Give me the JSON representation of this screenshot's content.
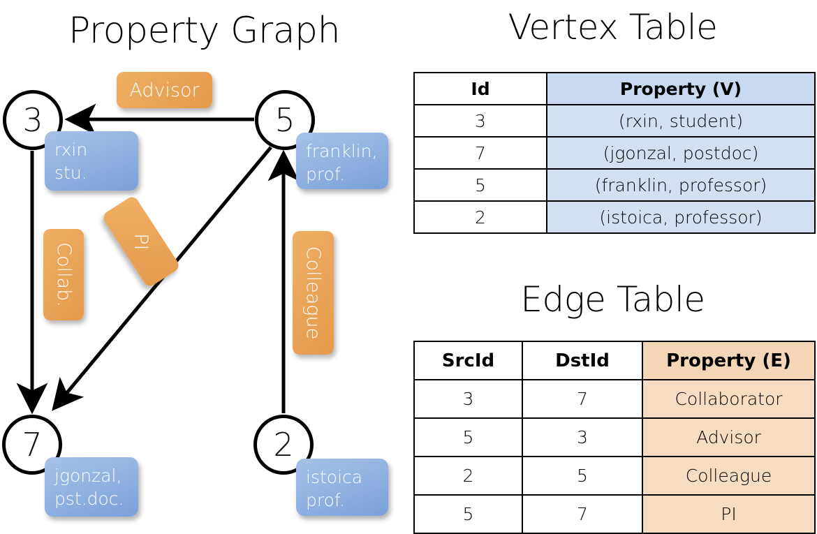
{
  "graph": {
    "title": "Property Graph",
    "nodes": [
      {
        "id": "3",
        "name": "node-3",
        "property_lines": [
          "rxin",
          "stu."
        ]
      },
      {
        "id": "5",
        "name": "node-5",
        "property_lines": [
          "franklin,",
          "prof."
        ]
      },
      {
        "id": "7",
        "name": "node-7",
        "property_lines": [
          "jgonzal,",
          "pst.doc."
        ]
      },
      {
        "id": "2",
        "name": "node-2",
        "property_lines": [
          "istoica",
          "prof."
        ]
      }
    ],
    "edge_labels": {
      "advisor": "Advisor",
      "collab": "Collab.",
      "pi": "PI",
      "colleague": "Colleague"
    },
    "colors": {
      "node_stroke": "#000000",
      "vertex_property_box": "#93b3e2",
      "edge_property_box": "#eaa65a",
      "box_text": "#ffffff"
    }
  },
  "vertex_table": {
    "title": "Vertex Table",
    "headers": [
      "Id",
      "Property (V)"
    ],
    "rows": [
      {
        "id": "3",
        "property": "(rxin, student)"
      },
      {
        "id": "7",
        "property": "(jgonzal, postdoc)"
      },
      {
        "id": "5",
        "property": "(franklin, professor)"
      },
      {
        "id": "2",
        "property": "(istoica, professor)"
      }
    ],
    "property_column_color": "#d3e0f2"
  },
  "edge_table": {
    "title": "Edge Table",
    "headers": [
      "SrcId",
      "DstId",
      "Property (E)"
    ],
    "rows": [
      {
        "src": "3",
        "dst": "7",
        "property": "Collaborator"
      },
      {
        "src": "5",
        "dst": "3",
        "property": "Advisor"
      },
      {
        "src": "2",
        "dst": "5",
        "property": "Colleague"
      },
      {
        "src": "5",
        "dst": "7",
        "property": "PI"
      }
    ],
    "property_column_color": "#f6ddc2"
  }
}
